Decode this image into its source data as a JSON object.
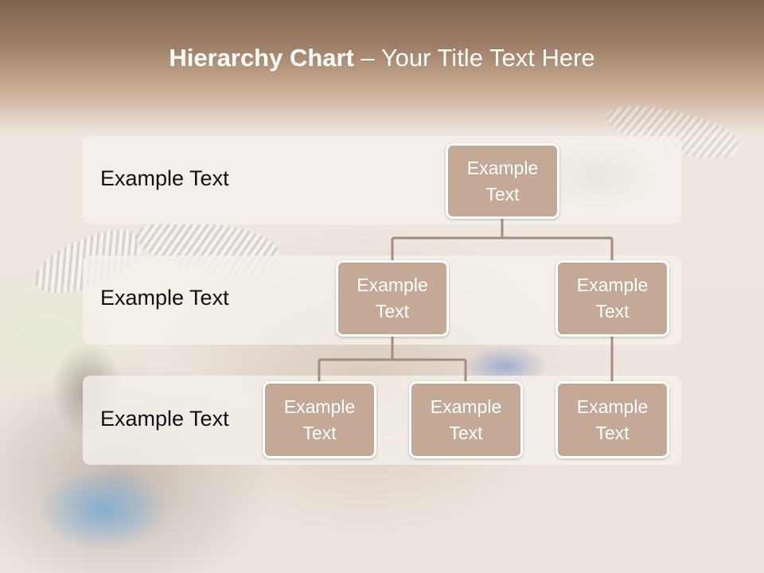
{
  "title": {
    "bold": "Hierarchy Chart",
    "regular": " – Your Title Text Here"
  },
  "rows": [
    {
      "label": "Example Text"
    },
    {
      "label": "Example Text"
    },
    {
      "label": "Example Text"
    }
  ],
  "nodes": {
    "root": "Example Text",
    "level2_left": "Example Text",
    "level2_right": "Example Text",
    "level3_a": "Example Text",
    "level3_b": "Example Text",
    "level3_c": "Example Text"
  },
  "colors": {
    "node_fill": "#c4a996",
    "connector": "#a38e7d",
    "title_bar": "#7d6350"
  }
}
